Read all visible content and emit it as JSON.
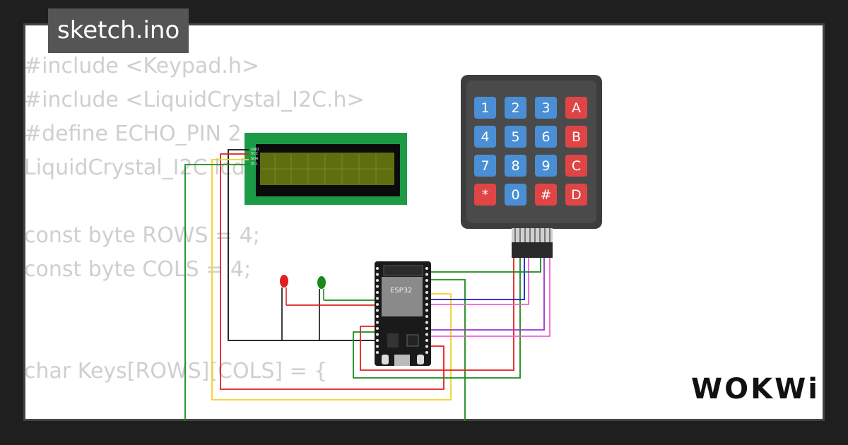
{
  "tab": {
    "filename": "sketch.ino"
  },
  "code_lines": [
    "#include <Keypad.h>",
    "#include <LiquidCrystal_I2C.h>",
    "#define ECHO_PIN 2",
    "LiquidCrystal_I2C lcd(0x27, 16, 2);",
    "",
    "const byte ROWS = 4;",
    "const byte COLS = 4;",
    "",
    "",
    "char Keys[ROWS][COLS] = {"
  ],
  "esp32": {
    "label": "ESP32"
  },
  "keypad": {
    "keys": [
      [
        "1",
        "2",
        "3",
        "A"
      ],
      [
        "4",
        "5",
        "6",
        "B"
      ],
      [
        "7",
        "8",
        "9",
        "C"
      ],
      [
        "*",
        "0",
        "#",
        "D"
      ]
    ]
  },
  "lcd": {
    "pin_labels": [
      "GND",
      "VCC",
      "SDA",
      "SCL"
    ]
  },
  "logo": {
    "text": "WOKWi"
  },
  "colors": {
    "number_key": "#4a8fd6",
    "letter_key": "#e04545",
    "lcd_board": "#1d9a46",
    "lcd_screen": "#5f6f10",
    "wire_red": "#e02020",
    "wire_yellow": "#f5d020",
    "wire_green": "#1a8a1a",
    "wire_black": "#111111",
    "wire_blue": "#1a1ad0",
    "wire_purple": "#9b30d9",
    "wire_pink": "#f060d0"
  }
}
